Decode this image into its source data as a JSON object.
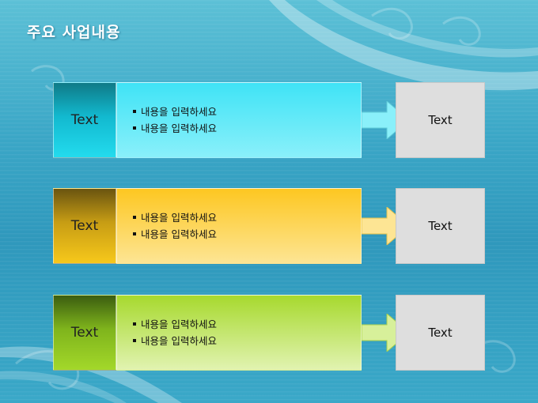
{
  "title": "주요 사업내용",
  "rows": [
    {
      "label": "Text",
      "bullets": [
        "내용을 입력하세요",
        "내용을 입력하세요"
      ],
      "result": "Text",
      "accent": "#23dbee",
      "arrow_color": "#8af0fa"
    },
    {
      "label": "Text",
      "bullets": [
        "내용을 입력하세요",
        "내용을 입력하세요"
      ],
      "result": "Text",
      "accent": "#f7c81b",
      "arrow_color": "#fde594"
    },
    {
      "label": "Text",
      "bullets": [
        "내용을 입력하세요",
        "내용을 입력하세요"
      ],
      "result": "Text",
      "accent": "#a3d82a",
      "arrow_color": "#d7f09a"
    }
  ],
  "colors": {
    "background": "#3aa6c6",
    "result_box": "#dedede"
  }
}
